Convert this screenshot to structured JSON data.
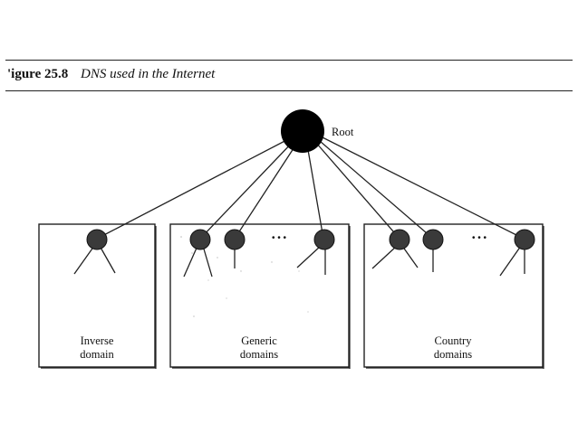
{
  "figure": {
    "number": "'igure 25.8",
    "title": "DNS used in the Internet"
  },
  "root_label": "Root",
  "ellipsis": "• • •",
  "domains": [
    {
      "line1": "Inverse",
      "line2": "domain"
    },
    {
      "line1": "Generic",
      "line2": "domains"
    },
    {
      "line1": "Country",
      "line2": "domains"
    }
  ]
}
